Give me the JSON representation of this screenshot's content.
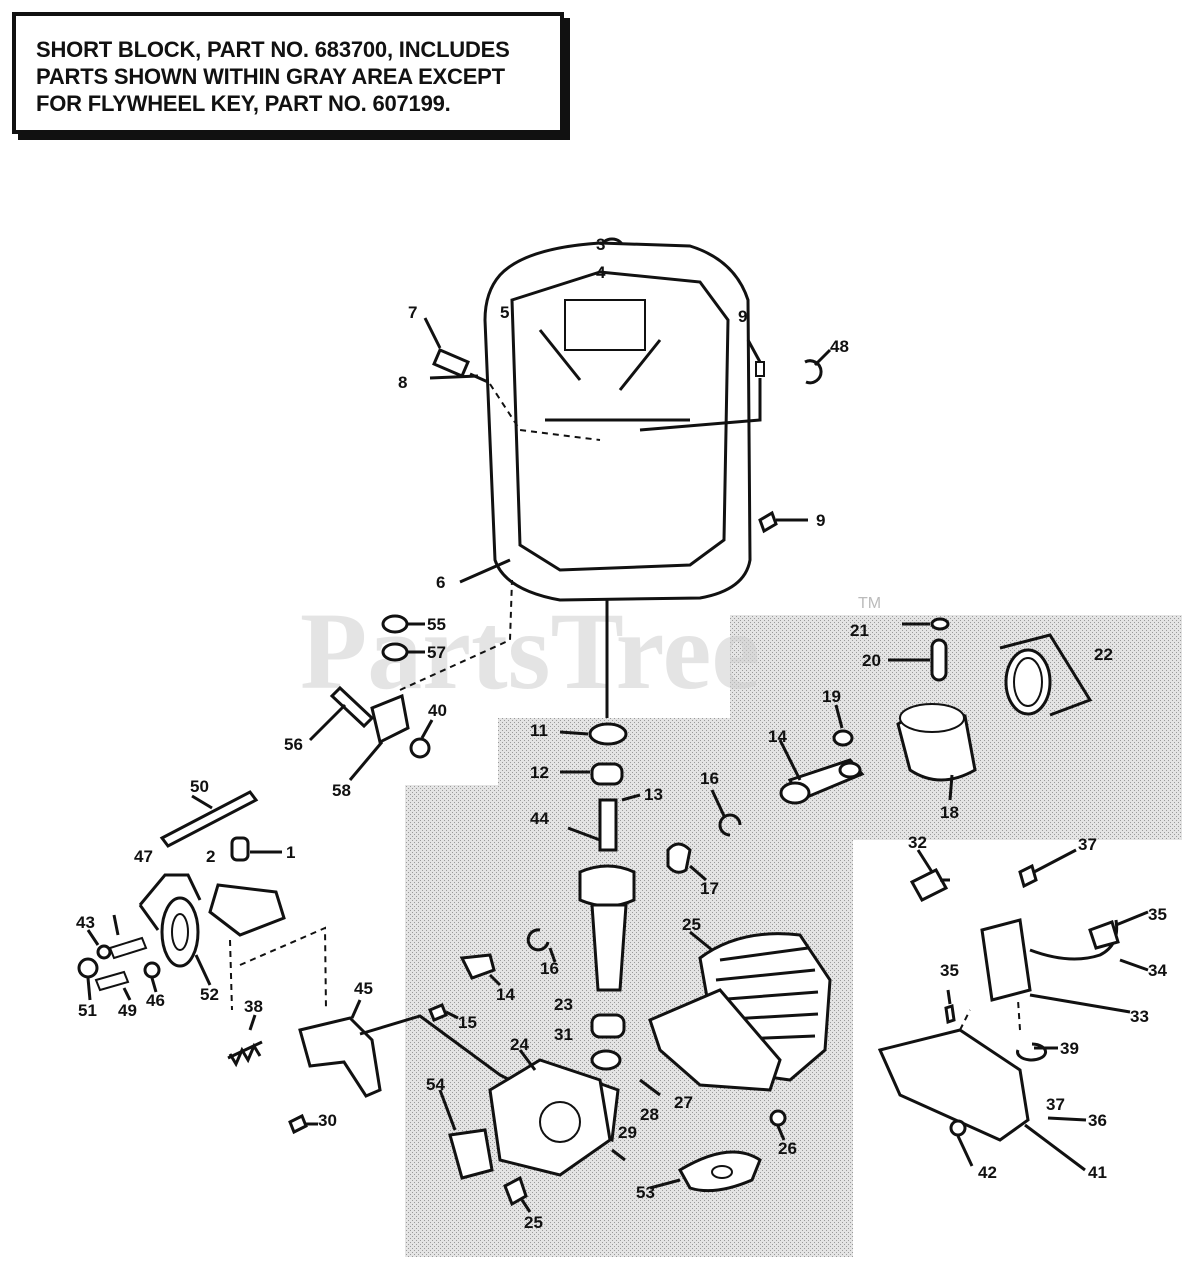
{
  "notice": {
    "line1": "SHORT BLOCK, PART NO. 683700, INCLUDES",
    "line2": "PARTS SHOWN WITHIN GRAY AREA EXCEPT",
    "line3": "FOR FLYWHEEL KEY, PART NO. 607199."
  },
  "watermark": {
    "text": "PartsTree",
    "tm": "TM"
  },
  "labels": {
    "l1": "1",
    "l2": "2",
    "l3": "3",
    "l4": "4",
    "l5": "5",
    "l6": "6",
    "l7": "7",
    "l8": "8",
    "l9": "9",
    "l9b": "9",
    "l11": "11",
    "l12": "12",
    "l13": "13",
    "l14": "14",
    "l14b": "14",
    "l15": "15",
    "l16": "16",
    "l16b": "16",
    "l17": "17",
    "l18": "18",
    "l19": "19",
    "l20": "20",
    "l21": "21",
    "l22": "22",
    "l23": "23",
    "l24": "24",
    "l25": "25",
    "l26": "26",
    "l27": "27",
    "l28": "28",
    "l29": "29",
    "l30": "30",
    "l31": "31",
    "l32": "32",
    "l33": "33",
    "l34": "34",
    "l35": "35",
    "l35b": "35",
    "l36": "36",
    "l37": "37",
    "l38": "38",
    "l39": "39",
    "l40": "40",
    "l41": "41",
    "l42": "42",
    "l43": "43",
    "l44": "44",
    "l45": "45",
    "l46": "46",
    "l47": "47",
    "l48": "48",
    "l49": "49",
    "l50": "50",
    "l51": "51",
    "l52": "52",
    "l53": "53",
    "l54": "54",
    "l55": "55",
    "l56": "56",
    "l57": "57",
    "l58": "58"
  }
}
